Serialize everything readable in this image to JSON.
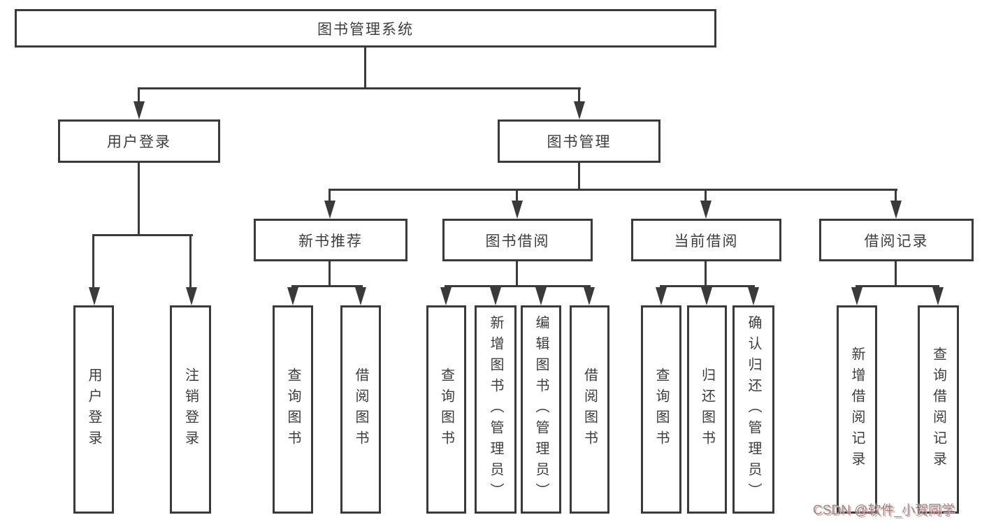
{
  "title": "图书管理系统",
  "tree": {
    "root": {
      "label": "图书管理系统"
    },
    "level2": [
      {
        "label": "用户登录",
        "children": [
          {
            "label": "用户登录"
          },
          {
            "label": "注销登录"
          }
        ]
      },
      {
        "label": "图书管理",
        "children": [
          {
            "label": "新书推荐",
            "children": [
              {
                "label": "查询图书"
              },
              {
                "label": "借阅图书"
              }
            ]
          },
          {
            "label": "图书借阅",
            "children": [
              {
                "label": "查询图书"
              },
              {
                "label": "新增图书（管理员）"
              },
              {
                "label": "编辑图书（管理员）"
              },
              {
                "label": "借阅图书"
              }
            ]
          },
          {
            "label": "当前借阅",
            "children": [
              {
                "label": "查询图书"
              },
              {
                "label": "归还图书"
              },
              {
                "label": "确认归还（管理员）"
              }
            ]
          },
          {
            "label": "借阅记录",
            "children": [
              {
                "label": "新增借阅记录"
              },
              {
                "label": "查询借阅记录"
              }
            ]
          }
        ]
      }
    ]
  },
  "watermark": {
    "text": "CSDN @软件_小贺同学"
  },
  "colors": {
    "line": "#3a3a3a",
    "box_border": "#3a3a3a",
    "text": "#3d3d3d",
    "background": "#ffffff",
    "watermark_text": "#8f8f8f",
    "watermark_shadow": "#f2a3a3"
  }
}
